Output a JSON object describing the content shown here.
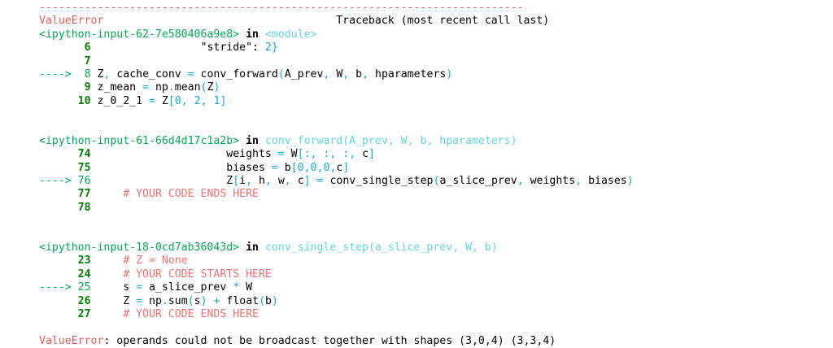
{
  "meta": {
    "background": "#ffffff",
    "accent_error": "#e75c58",
    "accent_file": "#00aa55",
    "accent_func": "#5fd7d7",
    "accent_lineno": "#008000",
    "accent_operator": "#14a9d6",
    "accent_comment": "#ef7070"
  },
  "traceback": {
    "separator": "---------------------------------------------------------------------------",
    "exception_name": "ValueError",
    "traceback_label": "Traceback (most recent call last)",
    "frames": [
      {
        "file": "<ipython-input-62-7e580406a9e8>",
        "in_keyword": "in",
        "function": "<module>",
        "rows": [
          {
            "marker": "",
            "lineno": "6",
            "code_parts": [
              {
                "t": "plain",
                "v": "                \""
              },
              {
                "t": "plain",
                "v": "stride"
              },
              {
                "t": "plain",
                "v": "\": "
              },
              {
                "t": "num",
                "v": "2"
              },
              {
                "t": "punct",
                "v": "}"
              }
            ]
          },
          {
            "marker": "",
            "lineno": "7",
            "code_parts": []
          },
          {
            "marker": "---->",
            "lineno": "8",
            "code_parts": [
              {
                "t": "plain",
                "v": "Z"
              },
              {
                "t": "punct",
                "v": ","
              },
              {
                "t": "plain",
                "v": " cache_conv "
              },
              {
                "t": "op",
                "v": "="
              },
              {
                "t": "plain",
                "v": " conv_forward"
              },
              {
                "t": "punct",
                "v": "("
              },
              {
                "t": "plain",
                "v": "A_prev"
              },
              {
                "t": "punct",
                "v": ","
              },
              {
                "t": "plain",
                "v": " W"
              },
              {
                "t": "punct",
                "v": ","
              },
              {
                "t": "plain",
                "v": " b"
              },
              {
                "t": "punct",
                "v": ","
              },
              {
                "t": "plain",
                "v": " hparameters"
              },
              {
                "t": "punct",
                "v": ")"
              }
            ]
          },
          {
            "marker": "",
            "lineno": "9",
            "code_parts": [
              {
                "t": "plain",
                "v": "z_mean "
              },
              {
                "t": "op",
                "v": "="
              },
              {
                "t": "plain",
                "v": " np"
              },
              {
                "t": "punct",
                "v": "."
              },
              {
                "t": "plain",
                "v": "mean"
              },
              {
                "t": "punct",
                "v": "("
              },
              {
                "t": "plain",
                "v": "Z"
              },
              {
                "t": "punct",
                "v": ")"
              }
            ]
          },
          {
            "marker": "",
            "lineno": "10",
            "code_parts": [
              {
                "t": "plain",
                "v": "z_0_2_1 "
              },
              {
                "t": "op",
                "v": "="
              },
              {
                "t": "plain",
                "v": " Z"
              },
              {
                "t": "punct",
                "v": "["
              },
              {
                "t": "num",
                "v": "0"
              },
              {
                "t": "punct",
                "v": ","
              },
              {
                "t": "plain",
                "v": " "
              },
              {
                "t": "num",
                "v": "2"
              },
              {
                "t": "punct",
                "v": ","
              },
              {
                "t": "plain",
                "v": " "
              },
              {
                "t": "num",
                "v": "1"
              },
              {
                "t": "punct",
                "v": "]"
              }
            ]
          }
        ]
      },
      {
        "file": "<ipython-input-61-66d4d17c1a2b>",
        "in_keyword": "in",
        "function": "conv_forward(A_prev, W, b, hparameters)",
        "rows": [
          {
            "marker": "",
            "lineno": "74",
            "code_parts": [
              {
                "t": "plain",
                "v": "                    weights "
              },
              {
                "t": "op",
                "v": "="
              },
              {
                "t": "plain",
                "v": " W"
              },
              {
                "t": "punct",
                "v": "[:,"
              },
              {
                "t": "plain",
                "v": " "
              },
              {
                "t": "punct",
                "v": ":,"
              },
              {
                "t": "plain",
                "v": " "
              },
              {
                "t": "punct",
                "v": ":,"
              },
              {
                "t": "plain",
                "v": " c"
              },
              {
                "t": "punct",
                "v": "]"
              }
            ]
          },
          {
            "marker": "",
            "lineno": "75",
            "code_parts": [
              {
                "t": "plain",
                "v": "                    biases "
              },
              {
                "t": "op",
                "v": "="
              },
              {
                "t": "plain",
                "v": " b"
              },
              {
                "t": "punct",
                "v": "["
              },
              {
                "t": "num",
                "v": "0"
              },
              {
                "t": "punct",
                "v": ","
              },
              {
                "t": "num",
                "v": "0"
              },
              {
                "t": "punct",
                "v": ","
              },
              {
                "t": "num",
                "v": "0"
              },
              {
                "t": "punct",
                "v": ","
              },
              {
                "t": "plain",
                "v": "c"
              },
              {
                "t": "punct",
                "v": "]"
              }
            ]
          },
          {
            "marker": "---->",
            "lineno": "76",
            "code_parts": [
              {
                "t": "plain",
                "v": "                    Z"
              },
              {
                "t": "punct",
                "v": "["
              },
              {
                "t": "plain",
                "v": "i"
              },
              {
                "t": "punct",
                "v": ","
              },
              {
                "t": "plain",
                "v": " h"
              },
              {
                "t": "punct",
                "v": ","
              },
              {
                "t": "plain",
                "v": " w"
              },
              {
                "t": "punct",
                "v": ","
              },
              {
                "t": "plain",
                "v": " c"
              },
              {
                "t": "punct",
                "v": "]"
              },
              {
                "t": "plain",
                "v": " "
              },
              {
                "t": "op",
                "v": "="
              },
              {
                "t": "plain",
                "v": " conv_single_step"
              },
              {
                "t": "punct",
                "v": "("
              },
              {
                "t": "plain",
                "v": "a_slice_prev"
              },
              {
                "t": "punct",
                "v": ","
              },
              {
                "t": "plain",
                "v": " weights"
              },
              {
                "t": "punct",
                "v": ","
              },
              {
                "t": "plain",
                "v": " biases"
              },
              {
                "t": "punct",
                "v": ")"
              }
            ]
          },
          {
            "marker": "",
            "lineno": "77",
            "code_parts": [
              {
                "t": "comment",
                "v": "    # YOUR CODE ENDS HERE"
              }
            ]
          },
          {
            "marker": "",
            "lineno": "78",
            "code_parts": []
          }
        ]
      },
      {
        "file": "<ipython-input-18-0cd7ab36043d>",
        "in_keyword": "in",
        "function": "conv_single_step(a_slice_prev, W, b)",
        "rows": [
          {
            "marker": "",
            "lineno": "23",
            "code_parts": [
              {
                "t": "comment",
                "v": "    # Z = None"
              }
            ]
          },
          {
            "marker": "",
            "lineno": "24",
            "code_parts": [
              {
                "t": "comment",
                "v": "    # YOUR CODE STARTS HERE"
              }
            ]
          },
          {
            "marker": "---->",
            "lineno": "25",
            "code_parts": [
              {
                "t": "plain",
                "v": "    s "
              },
              {
                "t": "op",
                "v": "="
              },
              {
                "t": "plain",
                "v": " a_slice_prev "
              },
              {
                "t": "op",
                "v": "*"
              },
              {
                "t": "plain",
                "v": " W"
              }
            ]
          },
          {
            "marker": "",
            "lineno": "26",
            "code_parts": [
              {
                "t": "plain",
                "v": "    Z "
              },
              {
                "t": "op",
                "v": "="
              },
              {
                "t": "plain",
                "v": " np"
              },
              {
                "t": "punct",
                "v": "."
              },
              {
                "t": "plain",
                "v": "sum"
              },
              {
                "t": "punct",
                "v": "("
              },
              {
                "t": "plain",
                "v": "s"
              },
              {
                "t": "punct",
                "v": ")"
              },
              {
                "t": "plain",
                "v": " "
              },
              {
                "t": "op",
                "v": "+"
              },
              {
                "t": "plain",
                "v": " float"
              },
              {
                "t": "punct",
                "v": "("
              },
              {
                "t": "plain",
                "v": "b"
              },
              {
                "t": "punct",
                "v": ")"
              }
            ]
          },
          {
            "marker": "",
            "lineno": "27",
            "code_parts": [
              {
                "t": "comment",
                "v": "    # YOUR CODE ENDS HERE"
              }
            ]
          }
        ]
      }
    ],
    "final_error": {
      "name": "ValueError",
      "separator": ": ",
      "message": "operands could not be broadcast together with shapes (3,0,4) (3,3,4)"
    }
  }
}
